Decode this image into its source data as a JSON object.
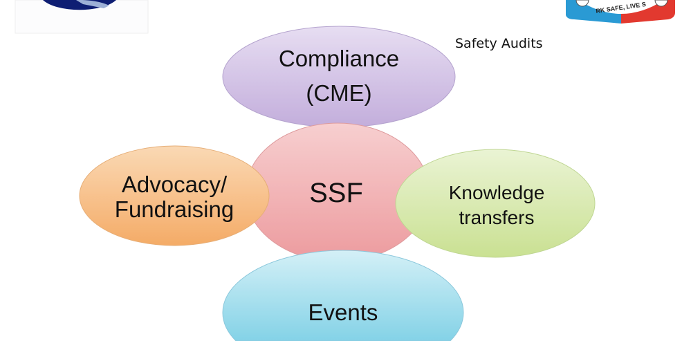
{
  "note": "Safety Audits",
  "logos": {
    "right_logo_text": "RK SAFE, LIVE S"
  },
  "diagram": {
    "center": "SSF",
    "top": [
      "Compliance",
      "(CME)"
    ],
    "left": [
      "Advocacy/",
      "Fundraising"
    ],
    "right": [
      "Knowledge",
      "transfers"
    ],
    "bottom": "Events"
  },
  "colors": {
    "top": "#c8b4e0",
    "center": "#f0a0a4",
    "left": "#f7b46e",
    "right": "#cfe59a",
    "bottom": "#8fd7ea"
  }
}
